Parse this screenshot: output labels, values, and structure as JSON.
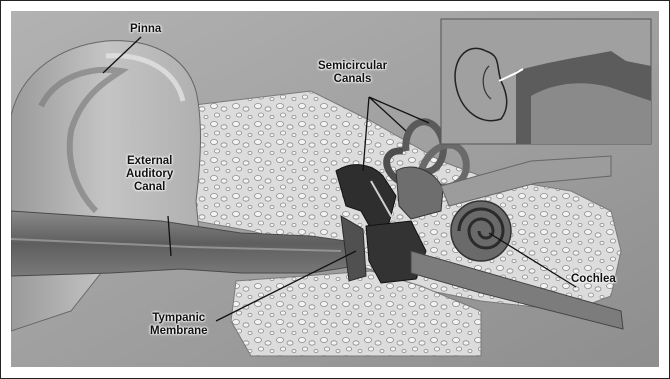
{
  "labels": {
    "pinna": "Pinna",
    "semicircular": [
      "Semicircular",
      "Canals"
    ],
    "external_auditory": [
      "External",
      "Auditory",
      "Canal"
    ],
    "cochlea": "Cochlea",
    "tympanic": [
      "Tympanic",
      "Membrane"
    ]
  }
}
